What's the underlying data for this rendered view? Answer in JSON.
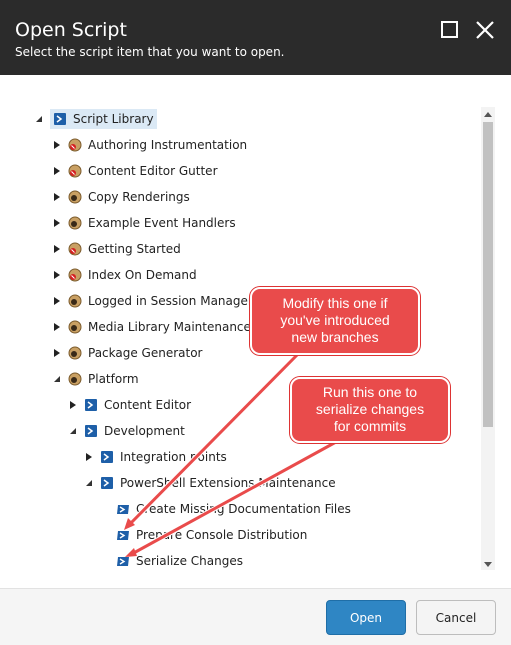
{
  "dialog": {
    "title": "Open Script",
    "subtitle": "Select the script item that you want to open."
  },
  "tree": {
    "root": "Script Library",
    "items": [
      {
        "label": "Authoring Instrumentation",
        "icon": "module-disabled-icon"
      },
      {
        "label": "Content Editor Gutter",
        "icon": "module-disabled-icon"
      },
      {
        "label": "Copy Renderings",
        "icon": "module-icon"
      },
      {
        "label": "Example Event Handlers",
        "icon": "module-icon"
      },
      {
        "label": "Getting Started",
        "icon": "module-disabled-icon"
      },
      {
        "label": "Index On Demand",
        "icon": "module-disabled-icon"
      },
      {
        "label": "Logged in Session Manager",
        "icon": "module-icon"
      },
      {
        "label": "Media Library Maintenance",
        "icon": "module-icon"
      },
      {
        "label": "Package Generator",
        "icon": "module-icon"
      },
      {
        "label": "Platform",
        "icon": "module-icon"
      },
      {
        "label": "Content Editor",
        "icon": "powershell-icon"
      },
      {
        "label": "Development",
        "icon": "powershell-icon"
      },
      {
        "label": "Integration points",
        "icon": "powershell-icon"
      },
      {
        "label": "PowerShell Extensions Maintenance",
        "icon": "powershell-icon"
      },
      {
        "label": "Create Missing Documentation Files",
        "icon": "script-icon"
      },
      {
        "label": "Prepare Console Distribution",
        "icon": "script-icon"
      },
      {
        "label": "Serialize Changes",
        "icon": "script-icon"
      }
    ]
  },
  "callouts": {
    "first": [
      "Modify this one if",
      "you've introduced",
      "new branches"
    ],
    "second": [
      "Run this one to",
      "serialize changes",
      "for commits"
    ]
  },
  "footer": {
    "open_label": "Open",
    "cancel_label": "Cancel"
  },
  "colors": {
    "header_bg": "#2b2b2b",
    "primary_button": "#2f86c4",
    "callout_red": "#e94b4b",
    "selection_bg": "#dbe9f5"
  }
}
